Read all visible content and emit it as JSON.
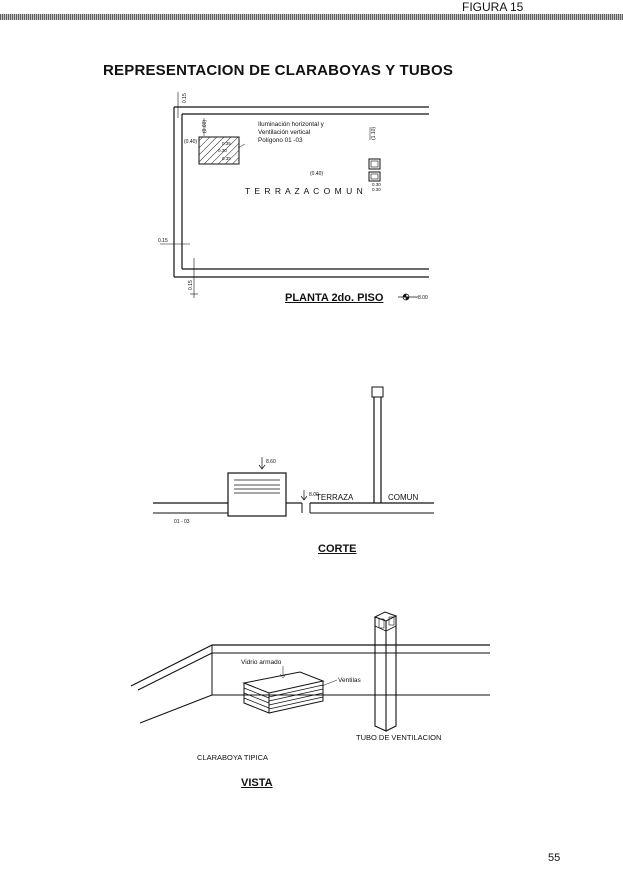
{
  "header": {
    "figure_label": "FIGURA 15"
  },
  "title": "REPRESENTACION DE CLARABOYAS Y TUBOS",
  "plan": {
    "dim_top": "0.15",
    "dim_left": "0.15",
    "dim_bottom": "0.15",
    "dim_inner_vertical": "(0.60)",
    "dim_right_small": "(1.10)",
    "dim_box_left": "(0.40)",
    "label_line1": "Iluminación horizontal y",
    "label_line2": "Ventilación vertical",
    "label_line3": "Polígono 01 -03",
    "hatch_dim1": "0.35",
    "hatch_dim2": "0.30",
    "hatch_dim3": "0.35",
    "center_label": "(0.40)",
    "tube_dim1": "0.30",
    "tube_dim2": "0.30",
    "terrace_label": "T E R R A Z A   C O M U N",
    "caption": "PLANTA 2do. PISO",
    "level_label": "8.00"
  },
  "section": {
    "level_top": "8.60",
    "level_floor": "8.00",
    "terrace": "TERRAZA",
    "comun": "COMUN",
    "poly_label": "01 - 03",
    "caption": "CORTE"
  },
  "view": {
    "glass_label": "Vidrio armado",
    "vents_label": "Ventilas",
    "tube_label": "TUBO DE VENTILACION",
    "skylight_label": "CLARABOYA TIPICA",
    "caption": "VISTA"
  },
  "page_number": "55"
}
